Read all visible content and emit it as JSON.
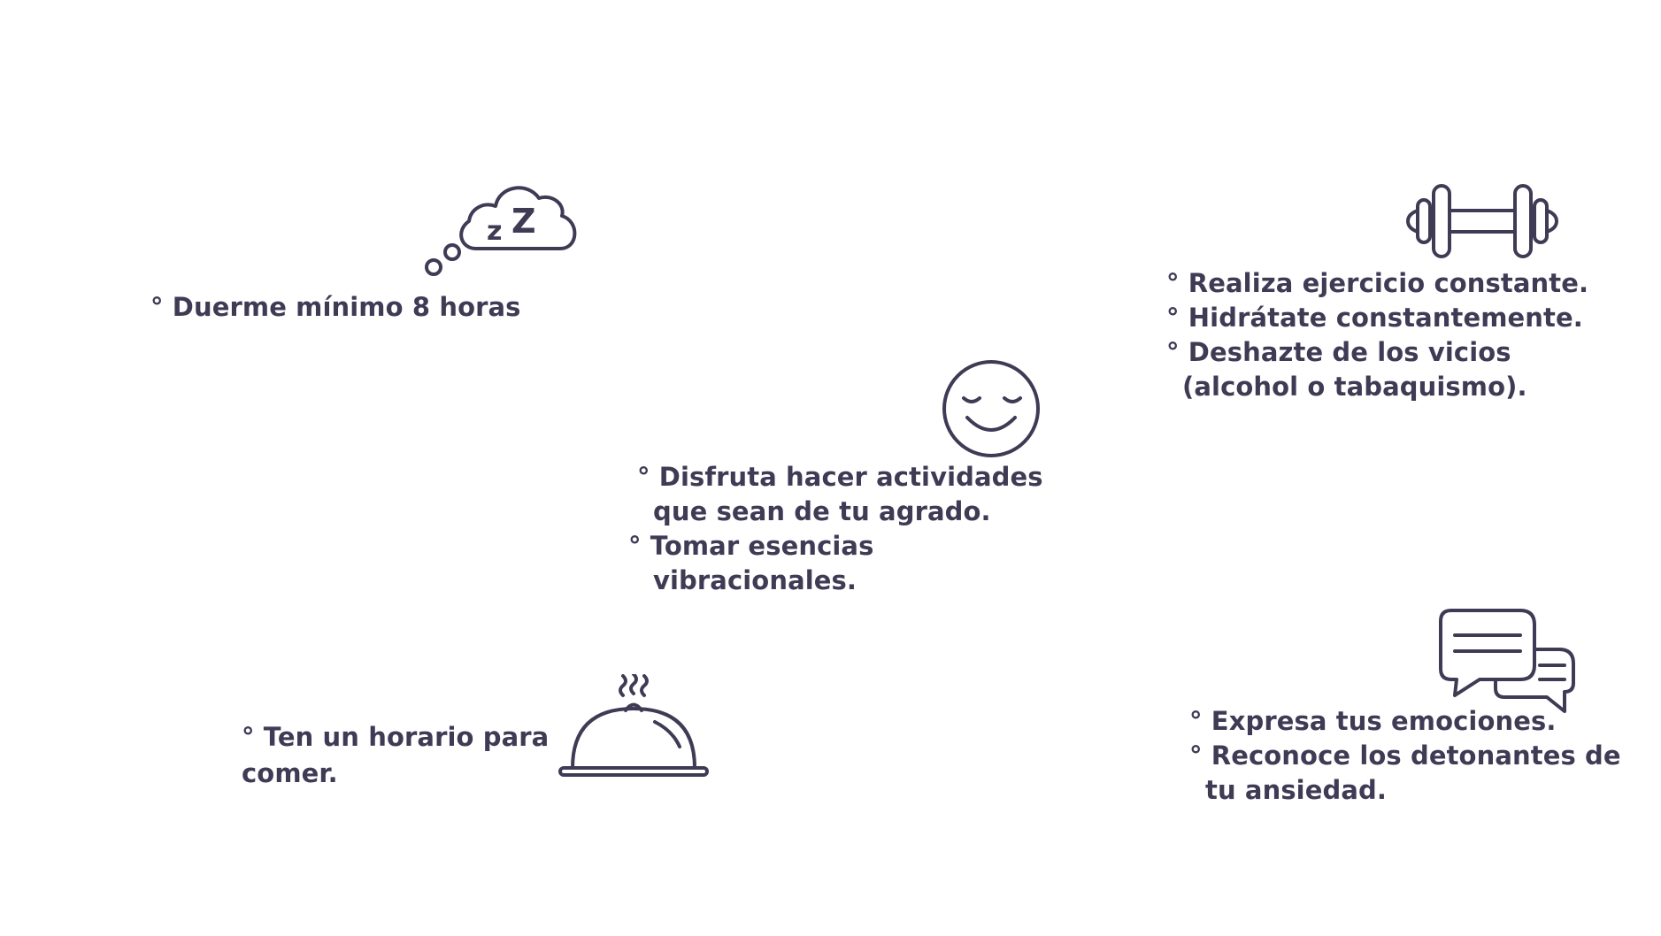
{
  "colors": {
    "text": "#3f3b55",
    "icon": "#3f3b55",
    "background": "#ffffff"
  },
  "sleep": {
    "icon": "sleep-cloud-icon",
    "zz_small": "z",
    "zz_large": "Z",
    "lines": [
      "° Duerme mínimo 8 horas"
    ]
  },
  "exercise": {
    "icon": "dumbbell-icon",
    "lines": [
      "° Realiza ejercicio constante.",
      "° Hidrátate constantemente.",
      "° Deshazte de los vicios",
      "(alcohol o tabaquismo)."
    ]
  },
  "enjoy": {
    "icon": "smiley-face-icon",
    "lines": [
      "° Disfruta hacer actividades",
      "que sean de tu agrado.",
      "° Tomar esencias",
      "vibracionales."
    ]
  },
  "food": {
    "icon": "food-cloche-icon",
    "lines": [
      "° Ten un horario para",
      "comer."
    ]
  },
  "emotions": {
    "icon": "chat-bubbles-icon",
    "lines": [
      "° Expresa tus emociones.",
      "° Reconoce los detonantes de",
      "tu ansiedad."
    ]
  }
}
